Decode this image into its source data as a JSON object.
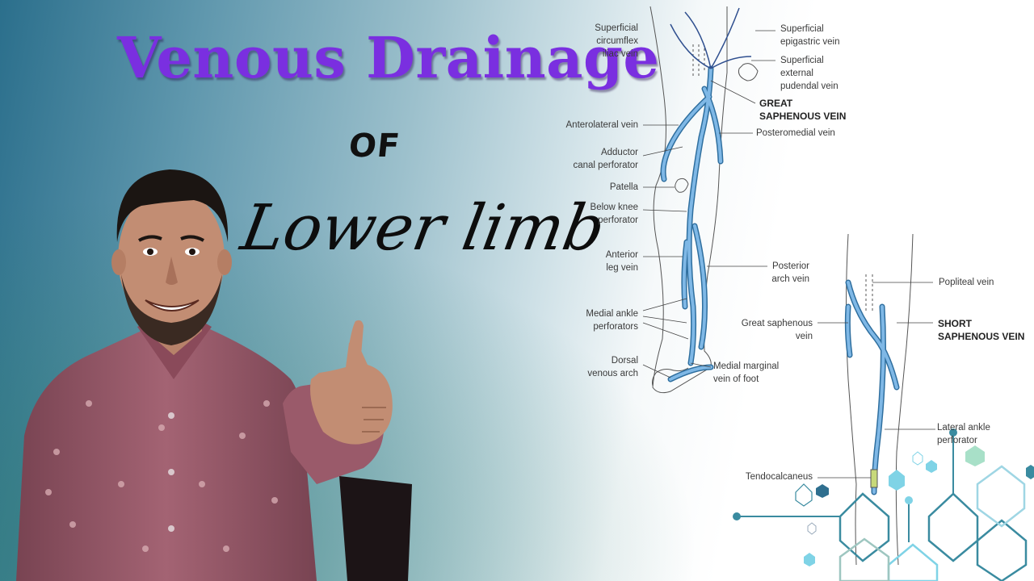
{
  "title": {
    "main": "Venous Drainage",
    "connector": "OF",
    "subject": "Lower limb"
  },
  "diagram": {
    "labels": {
      "superficial_circumflex": "Superficial\ncircumflex\niliac vein",
      "superficial_epigastric": "Superficial\nepigastric vein",
      "superficial_external_pudendal": "Superficial\nexternal\npudendal vein",
      "great_saphenous_heading": "GREAT\nSAPHENOUS VEIN",
      "anterolateral": "Anterolateral vein",
      "posteromedial": "Posteromedial vein",
      "adductor": "Adductor\ncanal perforator",
      "patella": "Patella",
      "below_knee": "Below knee\nperforator",
      "anterior_leg": "Anterior\nleg vein",
      "posterior_arch": "Posterior\narch vein",
      "medial_ankle": "Medial ankle\nperforators",
      "dorsal_arch": "Dorsal\nvenous arch",
      "medial_marginal": "Medial marginal\nvein of foot",
      "popliteal": "Popliteal vein",
      "great_saphenous_vein": "Great saphenous\nvein",
      "short_saphenous_heading": "SHORT\nSAPHENOUS VEIN",
      "lateral_ankle": "Lateral ankle\nperforator",
      "tendocalcaneus": "Tendocalcaneus"
    }
  },
  "colors": {
    "title": "#7a2fe0",
    "vein": "#7fb8e6",
    "vein_outline": "#2f6f9f",
    "hex_teal": "#3a8ba0",
    "hex_light": "#7fd3e6"
  }
}
